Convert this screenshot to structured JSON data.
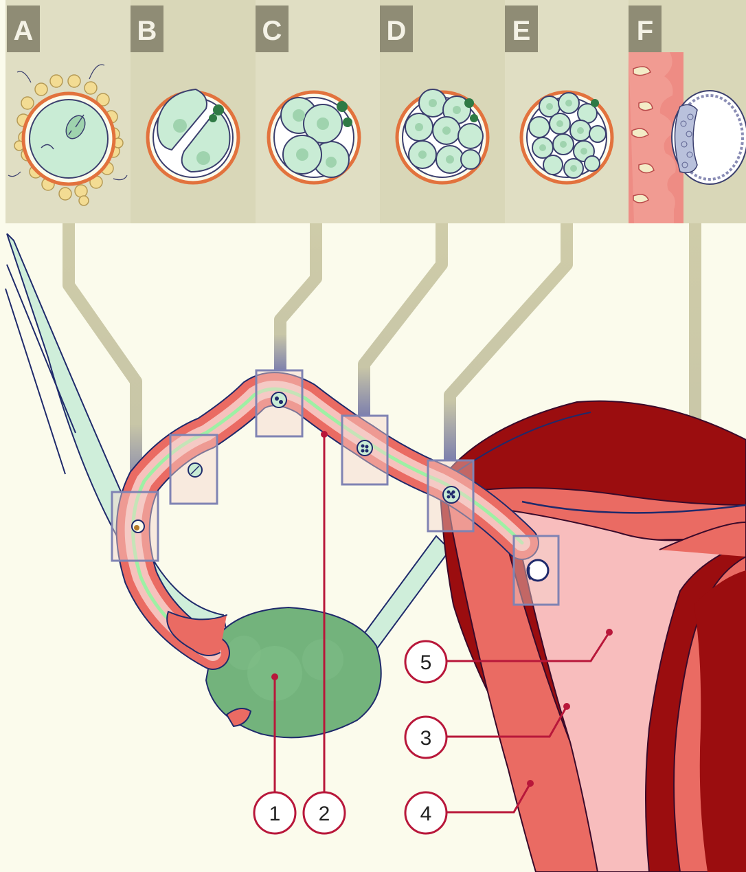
{
  "panels": [
    {
      "letter": "A"
    },
    {
      "letter": "B"
    },
    {
      "letter": "C"
    },
    {
      "letter": "D"
    },
    {
      "letter": "E"
    },
    {
      "letter": "F"
    }
  ],
  "callouts": [
    {
      "number": "1"
    },
    {
      "number": "2"
    },
    {
      "number": "5"
    },
    {
      "number": "3"
    },
    {
      "number": "4"
    }
  ],
  "colors": {
    "background": "#fbfbec",
    "panel_background": "#dedcbc",
    "connector": "#cfcca9",
    "highlight_box": "#7f83b3",
    "uterus_wall": "#9b0d0f",
    "endometrium": "#ea6b63",
    "uterine_cavity": "#f8bdbd",
    "ovary": "#73b37c",
    "ligament": "#cfeeda",
    "cell": "#c9ecd5",
    "zona_pellucida": "#e2723d",
    "callout_line": "#b8173a"
  }
}
